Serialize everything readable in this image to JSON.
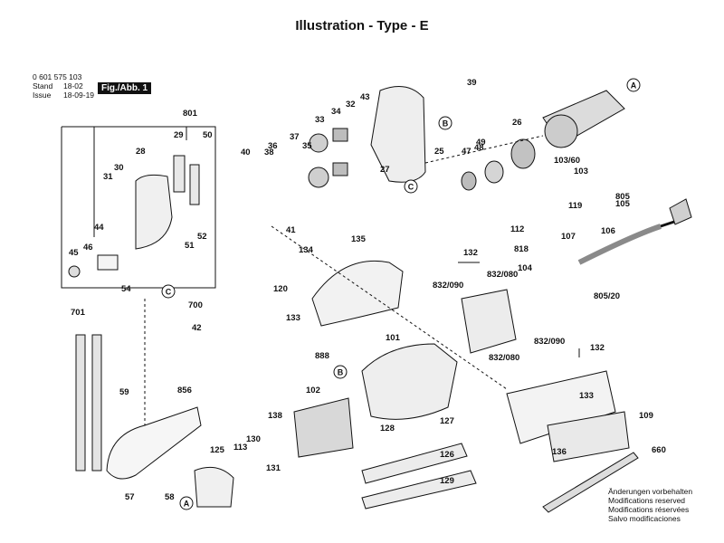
{
  "header": {
    "title": "Illustration - Type - E"
  },
  "meta": {
    "part_number": "0 601 575 103",
    "stand_label": "Stand",
    "issue_label": "Issue",
    "stand_value": "18-02",
    "issue_value": "18-09-19",
    "figure_label": "Fig./Abb. 1"
  },
  "footer_notes": [
    "Änderungen vorbehalten",
    "Modifications reserved",
    "Modifications réservées",
    "Salvo modificaciones"
  ],
  "diagram": {
    "callouts": [
      "A",
      "B",
      "C",
      "C",
      "B",
      "A"
    ],
    "labels": [
      "39",
      "43",
      "32",
      "34",
      "33",
      "37",
      "36",
      "35",
      "38",
      "40",
      "27",
      "25",
      "26",
      "49",
      "48",
      "47",
      "103/60",
      "103",
      "801",
      "28",
      "29",
      "50",
      "30",
      "31",
      "44",
      "46",
      "45",
      "51",
      "52",
      "54",
      "41",
      "134",
      "135",
      "120",
      "133",
      "132",
      "832/090",
      "832/080",
      "112",
      "818",
      "107",
      "104",
      "119",
      "805",
      "105",
      "106",
      "805/20",
      "700",
      "42",
      "701",
      "59",
      "856",
      "888",
      "101",
      "102",
      "138",
      "130",
      "113",
      "125",
      "131",
      "57",
      "58",
      "127",
      "128",
      "126",
      "129",
      "133",
      "109",
      "136",
      "660",
      "832/090",
      "132",
      "832/080"
    ]
  }
}
